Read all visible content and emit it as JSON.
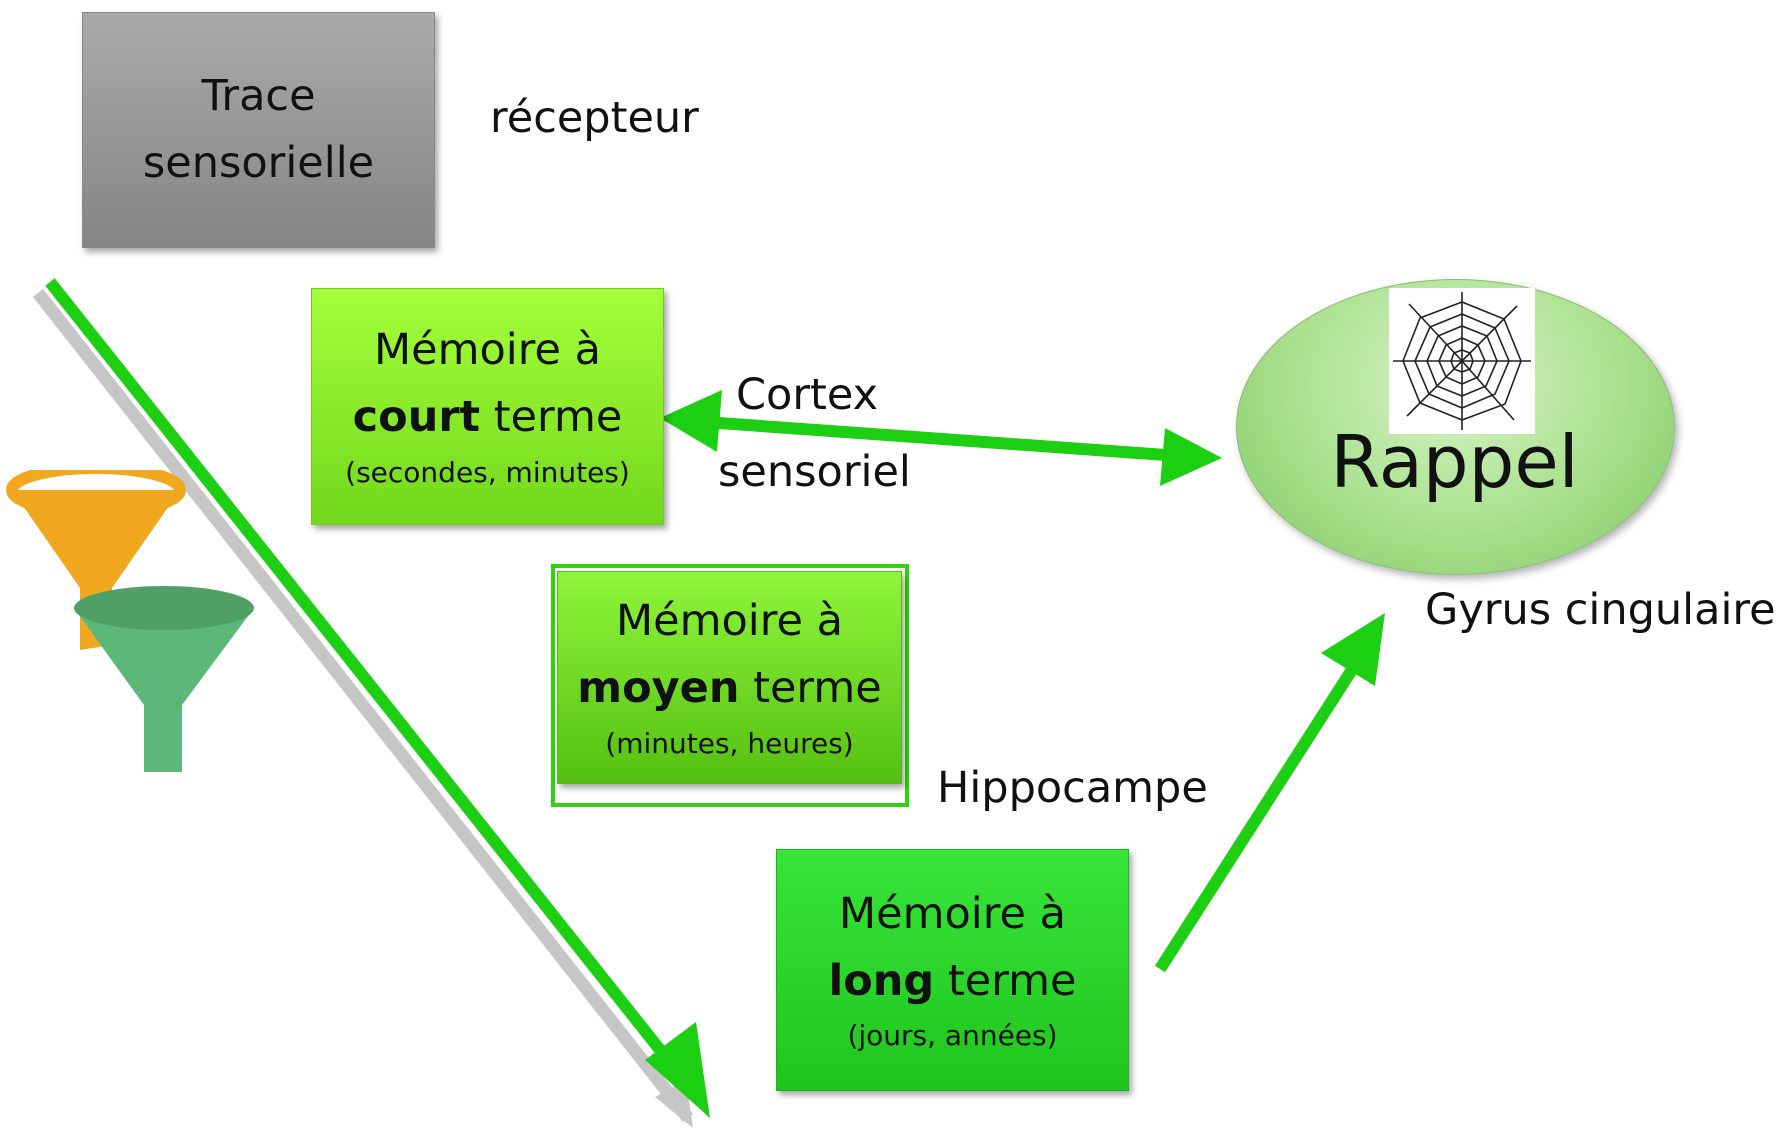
{
  "boxes": {
    "trace": {
      "line1": "Trace",
      "line2": "sensorielle"
    },
    "court": {
      "line1": "Mémoire à",
      "bold": "court",
      "rest": " terme",
      "sub": "(secondes, minutes)"
    },
    "moyen": {
      "line1": "Mémoire à",
      "bold": "moyen",
      "rest": " terme",
      "sub": "(minutes, heures)"
    },
    "long": {
      "line1": "Mémoire à",
      "bold": "long",
      "rest": " terme",
      "sub": "(jours, années)"
    }
  },
  "labels": {
    "recepteur": "récepteur",
    "cortex_line1": "Cortex",
    "cortex_line2": "sensoriel",
    "hippocampe": "Hippocampe",
    "rappel": "Rappel",
    "gyrus": "Gyrus cingulaire"
  },
  "colors": {
    "arrow_green": "#1ccf12",
    "arrow_gray": "#c6c6c6",
    "funnel_orange": "#f2a81e",
    "funnel_green": "#5cb878"
  },
  "icons": [
    "funnel-orange-icon",
    "funnel-green-icon",
    "spider-web-icon"
  ]
}
